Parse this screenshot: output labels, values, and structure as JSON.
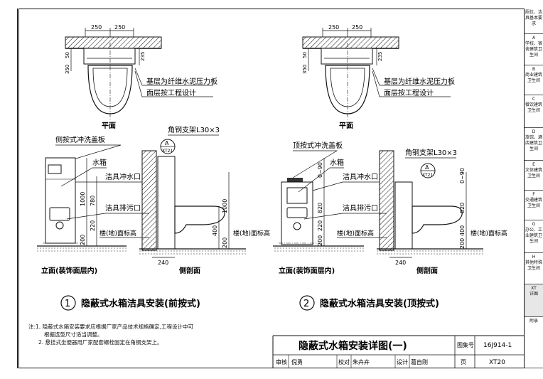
{
  "side_tabs": [
    {
      "code": "",
      "label": "厕位、洁具基本要求"
    },
    {
      "code": "A",
      "label": "学校、宿舍建筑卫生间"
    },
    {
      "code": "B",
      "label": "商业建筑卫生间"
    },
    {
      "code": "C",
      "label": "餐饮建筑卫生间"
    },
    {
      "code": "D",
      "label": "旅馆、酒店建筑卫生间"
    },
    {
      "code": "E",
      "label": "文体建筑卫生间"
    },
    {
      "code": "F",
      "label": "交通建筑卫生间"
    },
    {
      "code": "G",
      "label": "办公、工业建筑卫生间"
    },
    {
      "code": "H",
      "label": "其他特殊卫生间"
    },
    {
      "code": "XT",
      "label": "详图"
    },
    {
      "code": "",
      "label": "附录"
    }
  ],
  "left": {
    "dim_top": [
      "250",
      "250"
    ],
    "dim_side": [
      "50",
      "350",
      "235"
    ],
    "note1": "基层为纤维水泥压力板",
    "note2": "面层按工程设计",
    "plan_label": "平面",
    "flush_plate": "侧按式冲洗盖板",
    "tank": "水箱",
    "inlet": "洁具冲水口",
    "outlet": "洁具排污口",
    "floor": "楼(地)面标高",
    "elev_dims": [
      "1000",
      "780",
      "220",
      "200"
    ],
    "angle_bracket": "角钢支架L30×3",
    "detail_letter": "A",
    "detail_ref": "XT21",
    "side_dims": [
      "1000",
      "400",
      "200",
      "240"
    ],
    "elev_label": "立面(装饰面层内)",
    "section_label": "侧剖面",
    "caption_num": "1",
    "caption": "隐蔽式水箱洁具安装(前按式)"
  },
  "right": {
    "dim_top": [
      "250",
      "250"
    ],
    "dim_side": [
      "50",
      "350",
      "235"
    ],
    "note1": "基层为纤维水泥压力板",
    "note2": "面层按工程设计",
    "plan_label": "平面",
    "flush_plate": "顶按式冲洗盖板",
    "tank": "水箱",
    "inlet": "洁具冲水口",
    "outlet": "洁具排污口",
    "floor": "楼(地)面标高",
    "elev_dims": [
      "0~90",
      "820",
      "220",
      "200"
    ],
    "angle_bracket": "角钢支架L30×3",
    "detail_letter": "A",
    "detail_ref": "XT21",
    "side_dims": [
      "0~90",
      "820",
      "400",
      "200",
      "240"
    ],
    "elev_label": "立面(装饰面层内)",
    "section_label": "侧剖面",
    "caption_num": "2",
    "caption": "隐蔽式水箱洁具安装(顶按式)"
  },
  "notes": [
    "注:1. 隐蔽式水箱安装要求应根据厂家产品技术规格确定,工程设计中可",
    "根据选型尺寸适当调整。",
    "2. 悬挂式坐便器用厂家配套螺栓固定在角钢支架上。"
  ],
  "title_block": {
    "title": "隐蔽式水箱安装详图(一)",
    "atlas_label": "图集号",
    "atlas_no": "16J914-1",
    "page_label": "页",
    "page_no": "XT20",
    "review_label": "审核",
    "reviewer": "倪勇",
    "check_label": "校对",
    "checker": "朱卉卉",
    "design_label": "设计",
    "designer": "葛自刚"
  }
}
